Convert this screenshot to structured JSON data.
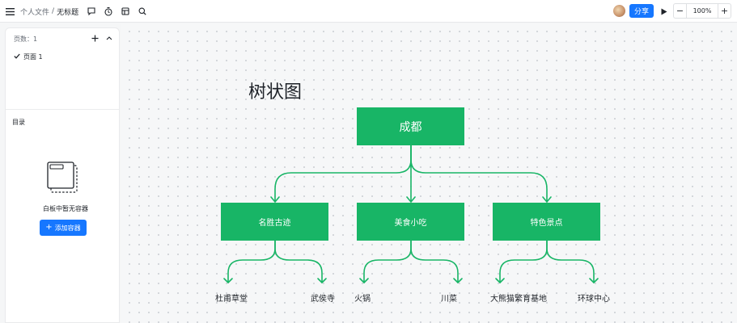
{
  "topbar": {
    "breadcrumb_parent": "个人文件",
    "breadcrumb_separator": "/",
    "doc_title": "无标题",
    "share_label": "分享",
    "zoom_minus": "−",
    "zoom_level": "100%",
    "zoom_plus": "+"
  },
  "sidebar": {
    "pages_header": "页数：1",
    "page_item": "页面 1",
    "toc_header": "目录",
    "empty_text": "白板中暂无容器",
    "add_container_label": "添加容器"
  },
  "diagram": {
    "title": "树状图",
    "root": "成都",
    "branches": [
      {
        "label": "名胜古迹",
        "leaves": [
          "杜甫草堂",
          "武侯寺"
        ]
      },
      {
        "label": "美食小吃",
        "leaves": [
          "火锅",
          "川菜"
        ]
      },
      {
        "label": "特色景点",
        "leaves": [
          "大熊猫繁育基地",
          "环球中心"
        ]
      }
    ],
    "node_color": "#18b566",
    "edge_color": "#18b566"
  },
  "colors": {
    "accent": "#1677ff",
    "node_green": "#18b566"
  }
}
